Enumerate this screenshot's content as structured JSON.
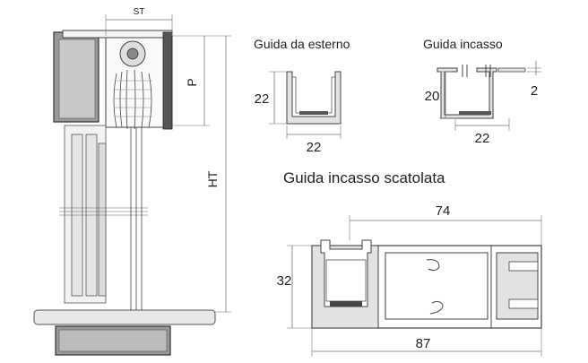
{
  "left_drawing": {
    "st_label": "ST",
    "p_label": "P",
    "ht_label": "HT"
  },
  "guida_esterno": {
    "title": "Guida da esterno",
    "height_label": "22",
    "width_label": "22"
  },
  "guida_incasso": {
    "title": "Guida incasso",
    "height_label": "20",
    "lip_label": "2",
    "width_label": "22"
  },
  "guida_scatolata": {
    "title": "Guida incasso scatolata",
    "top_label": "74",
    "height_label": "32",
    "bottom_label": "87"
  },
  "colors": {
    "line": "#555555",
    "dim_line": "#777777",
    "profile_fill": "#e2e2e2",
    "wall_fill": "#999999",
    "sill_fill": "#e8e8e8",
    "dark": "#333333"
  }
}
